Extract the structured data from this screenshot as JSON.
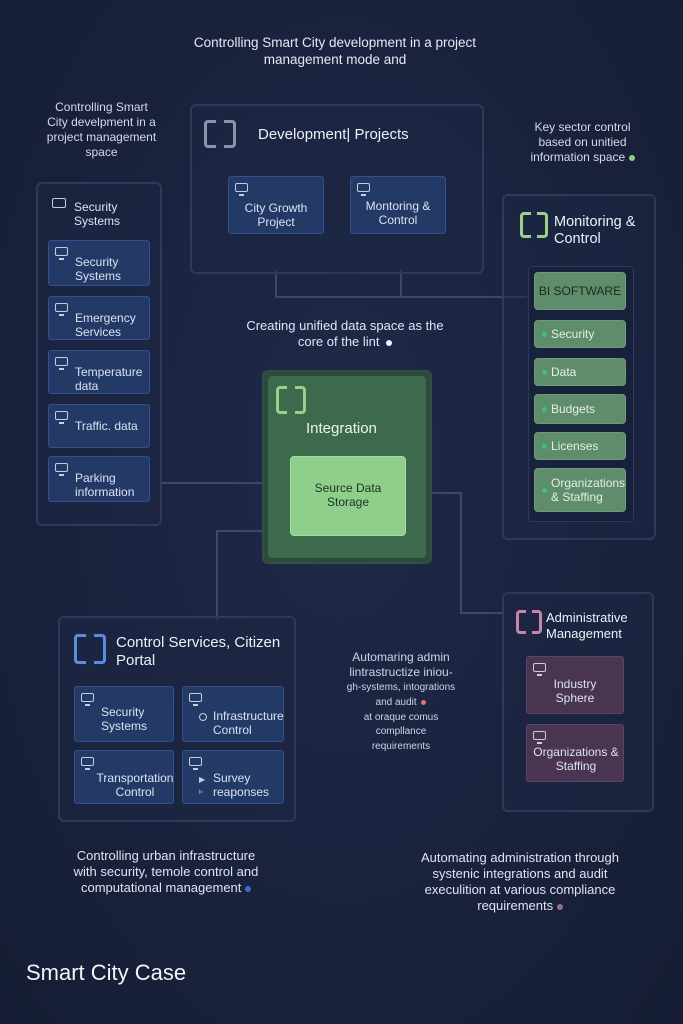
{
  "captions": {
    "top": "Controlling Smart City development in a project management mode and",
    "left_top": "Controlling Smart City develpment in a project management space",
    "right_top": "Key sector control based on unitied information space",
    "center": "Creating unified data space as the core of the lint",
    "middle_right": [
      "Automaring admin",
      "lintrastructize iniou-",
      "gh-systems, intogrations",
      "and audit",
      "at oraque comus",
      "compllance",
      "requirements"
    ],
    "bottom_left": "Controlling urban infrastructure with security, temole control and computational management",
    "bottom_right": "Automating administration through systenic integrations and audit execulition at various compliance requirements"
  },
  "development": {
    "title": "Development| Projects",
    "items": [
      "City Growth Project",
      "Montoring & Control"
    ]
  },
  "left_list": {
    "header": "Security Systems",
    "items": [
      "Security Systems",
      "Emergency Services",
      "Temperature data",
      "Traffic. data",
      "Parking information"
    ]
  },
  "monitoring": {
    "title": "Monitoring & Control",
    "bi": "BI SOFTWARE",
    "items": [
      "Security",
      "Data",
      "Budgets",
      "Licenses",
      "Organizations & Staffing"
    ]
  },
  "integration": {
    "title": "Integration",
    "storage": "Seurce Data Storage"
  },
  "control_services": {
    "title": "Control Services, Citizen Portal",
    "items": [
      "Security Systems",
      "Infrastructure Control",
      "Transportation Control",
      "Survey reaponses"
    ]
  },
  "admin": {
    "title": "Administrative Management",
    "items": [
      "Industry Sphere",
      "Organizations & Staffing"
    ]
  },
  "footer": {
    "title": "Smart City Case"
  },
  "colors": {
    "background": "#1a2340",
    "accent_green": "#5f8c6a",
    "accent_blue": "#243a66",
    "accent_mauve": "#4a3550",
    "dot_green": "#8fd07a",
    "dot_pink": "#e07088",
    "dot_blue": "#3a6fd0"
  }
}
